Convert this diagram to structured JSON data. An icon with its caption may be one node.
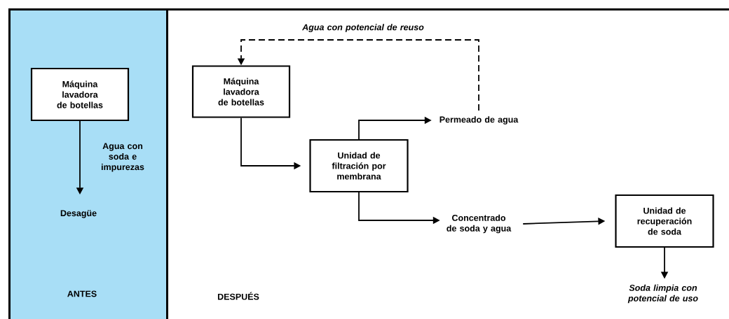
{
  "diagram": {
    "nodes": [
      {
        "text": [
          "ANTES"
        ]
      },
      {
        "text": [
          "Máquina lavadora de botellas"
        ],
        "in": 0
      },
      {
        "text": [
          "Desagüe"
        ],
        "in": 0
      },
      {
        "text": [
          "DESPUÉS"
        ]
      },
      {
        "text": [
          "Máquina lavadora de botellas"
        ],
        "in": 3
      },
      {
        "text": [
          "Unidad de filtración por membrana"
        ],
        "in": 3
      },
      {
        "text": [
          "Permeado de agua"
        ],
        "in": 3
      },
      {
        "text": [
          "Concentrado de soda y agua"
        ],
        "in": 3
      },
      {
        "text": [
          "Unidad de recuperación de soda"
        ],
        "in": 3
      },
      {
        "text": [
          "Soda limpia con potencial de uso"
        ],
        "in": 3
      }
    ],
    "edges": [
      {
        "from": 1,
        "to": 2,
        "arrow": "to",
        "label": "Agua con soda e impurezas"
      },
      {
        "from": 6,
        "to": 4,
        "arrow": "to",
        "label": "Agua con potencial de reuso",
        "style": "dashed"
      },
      {
        "from": 4,
        "to": 5,
        "arrow": "to"
      },
      {
        "from": 5,
        "to": 6,
        "arrow": "to"
      },
      {
        "from": 5,
        "to": 7,
        "arrow": "to"
      },
      {
        "from": 7,
        "to": 8,
        "arrow": "to"
      },
      {
        "from": 8,
        "to": 9,
        "arrow": "to"
      }
    ]
  }
}
